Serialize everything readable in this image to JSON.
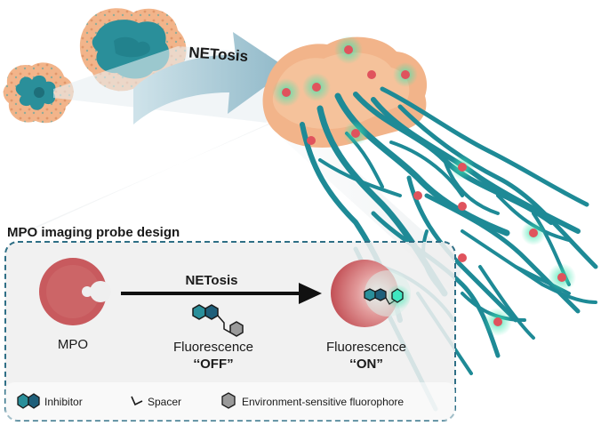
{
  "top_arrow_label": "NETosis",
  "panel": {
    "title": "MPO imaging probe design",
    "mpo_label": "MPO",
    "arrow_label": "NETosis",
    "off_label_line1": "Fluorescence",
    "off_label_line2": "‘‘OFF”",
    "on_label_line1": "Fluorescence",
    "on_label_line2": "‘‘ON”"
  },
  "legend": {
    "items": [
      {
        "icon": "inhibitor-icon",
        "label": "Inhibitor"
      },
      {
        "icon": "spacer-icon",
        "label": "Spacer"
      },
      {
        "icon": "fluorophore-icon",
        "label": "Environment-sensitive fluorophore"
      }
    ]
  },
  "colors": {
    "net_teal": "#1e8a96",
    "cell_orange": "#f2b48a",
    "nucleus_teal": "#2a8f9a",
    "mpo_red": "#c85a5e",
    "glow_green": "#3ee6b0",
    "panel_border": "#2f6f86",
    "arrow_blue": "#a9c9d6"
  }
}
